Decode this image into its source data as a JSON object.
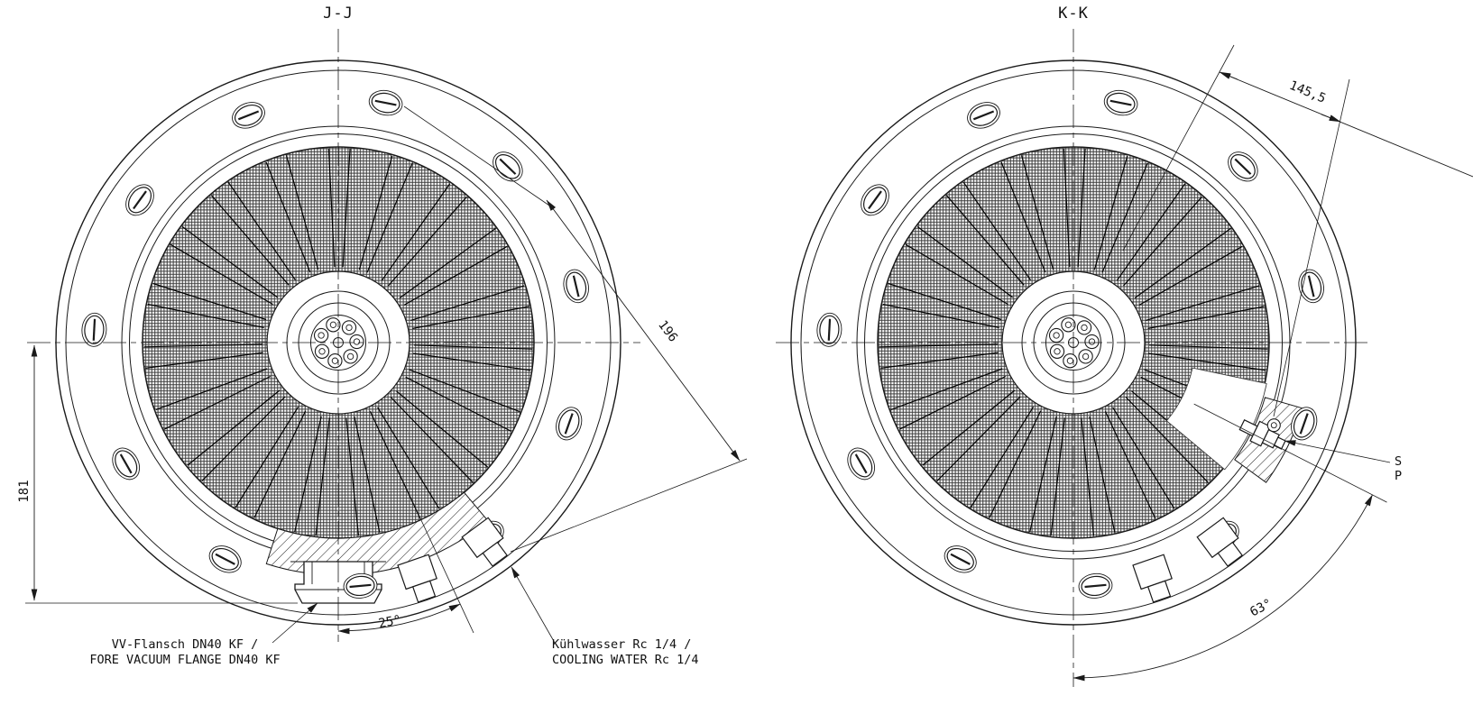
{
  "drawing": {
    "line_color": "#1a1a1a",
    "background": "#ffffff",
    "views": {
      "jj": {
        "title": "J-J",
        "dim_height": "181",
        "dim_distance": "196",
        "dim_angle": "25°",
        "flange_label_de": "VV-Flansch DN40 KF /",
        "flange_label_en": "FORE VACUUM FLANGE DN40 KF",
        "cooling_label_de": "Kühlwasser Rc 1/4 /",
        "cooling_label_en": "COOLING WATER Rc 1/4"
      },
      "kk": {
        "title": "K-K",
        "dim_distance": "145,5",
        "dim_angle": "63°",
        "clipped_label_line1": "S",
        "clipped_label_line2": "P"
      }
    }
  }
}
